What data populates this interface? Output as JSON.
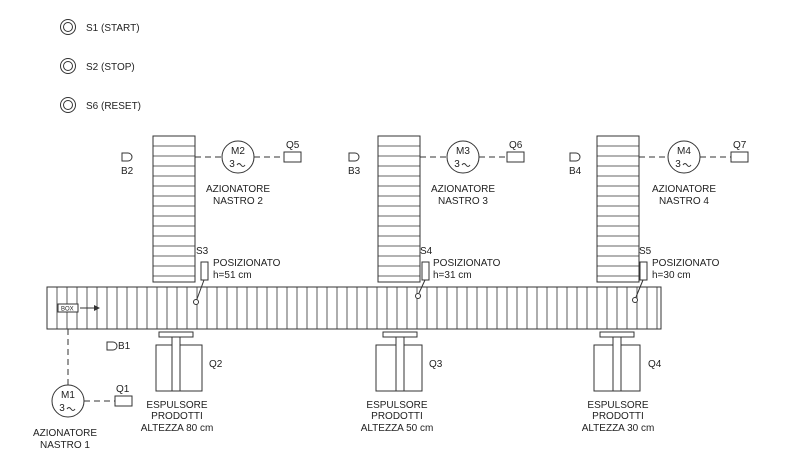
{
  "buttons": [
    {
      "label": "S1 (START)"
    },
    {
      "label": "S2 (STOP)"
    },
    {
      "label": "S6 (RESET)"
    }
  ],
  "main_conveyor": {
    "box_label": "BOX",
    "sensor_label": "B1"
  },
  "motors": {
    "m1": {
      "name": "M1",
      "phase": "3",
      "contactor": "Q1",
      "caption1": "AZIONATORE",
      "caption2": "NASTRO 1"
    },
    "m2": {
      "name": "M2",
      "phase": "3",
      "contactor": "Q5",
      "caption1": "AZIONATORE",
      "caption2": "NASTRO 2"
    },
    "m3": {
      "name": "M3",
      "phase": "3",
      "contactor": "Q6",
      "caption1": "AZIONATORE",
      "caption2": "NASTRO 3"
    },
    "m4": {
      "name": "M4",
      "phase": "3",
      "contactor": "Q7",
      "caption1": "AZIONATORE",
      "caption2": "NASTRO 4"
    }
  },
  "side_conveyors": [
    {
      "sensor": "B2",
      "limit": "S3",
      "pos1": "POSIZIONATO",
      "pos2": "h=51 cm"
    },
    {
      "sensor": "B3",
      "limit": "S4",
      "pos1": "POSIZIONATO",
      "pos2": "h=31 cm"
    },
    {
      "sensor": "B4",
      "limit": "S5",
      "pos1": "POSIZIONATO",
      "pos2": "h=30 cm"
    }
  ],
  "pushers": [
    {
      "valve": "Q2",
      "line1": "ESPULSORE",
      "line2": "PRODOTTI",
      "line3": "ALTEZZA 80 cm"
    },
    {
      "valve": "Q3",
      "line1": "ESPULSORE",
      "line2": "PRODOTTI",
      "line3": "ALTEZZA 50 cm"
    },
    {
      "valve": "Q4",
      "line1": "ESPULSORE",
      "line2": "PRODOTTI",
      "line3": "ALTEZZA 30 cm"
    }
  ]
}
